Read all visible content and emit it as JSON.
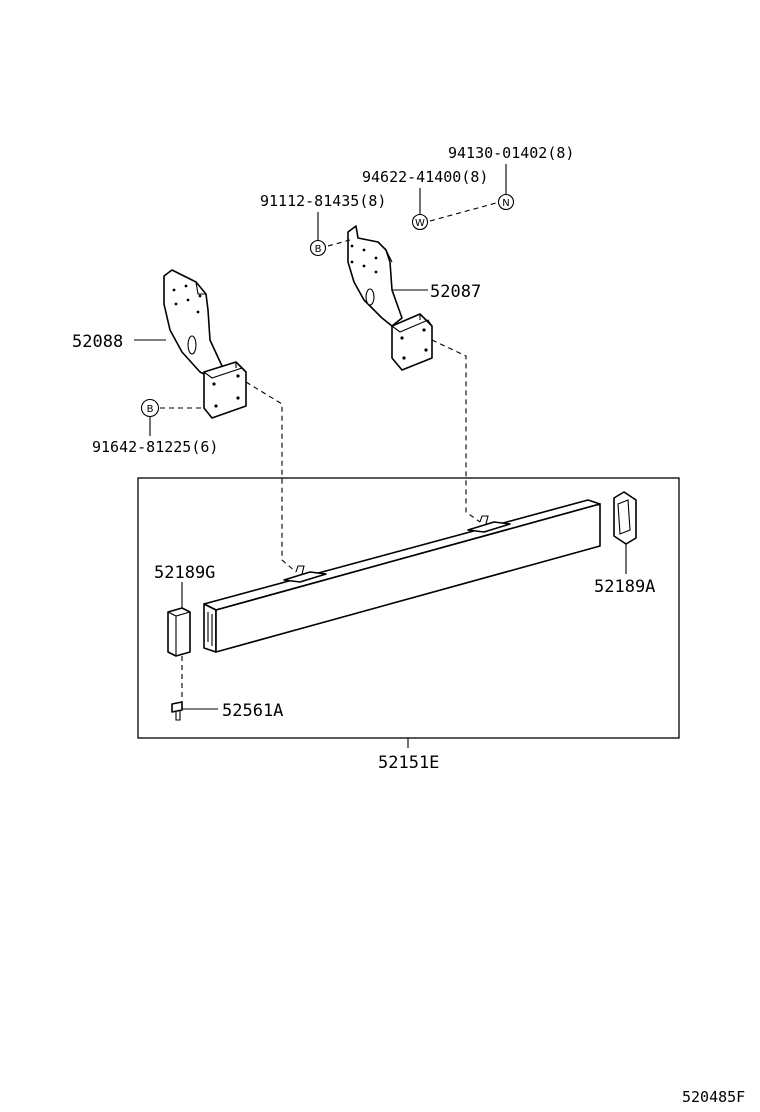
{
  "labels": {
    "bolt_n": "94130-01402(8)",
    "washer_w": "94622-41400(8)",
    "bolt_b_top": "91112-81435(8)",
    "bracket_right": "52087",
    "bracket_left": "52088",
    "bolt_b_left": "91642-81225(6)",
    "pad_left": "52189G",
    "pad_right": "52189A",
    "clip": "52561A",
    "assembly": "52151E",
    "drawing_id": "520485F"
  },
  "symbols": {
    "n": "N",
    "w": "W",
    "b_top": "B",
    "b_left": "B"
  }
}
